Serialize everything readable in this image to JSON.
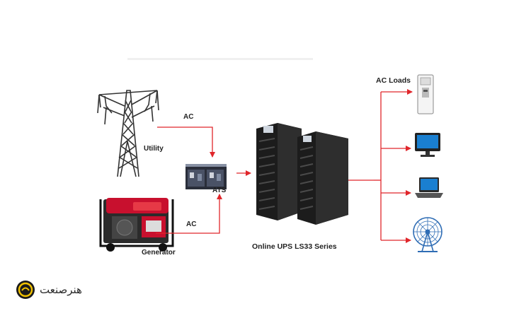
{
  "labels": {
    "ac_top": "AC",
    "utility": "Utility",
    "ats": "ATS",
    "ac_bottom": "AC",
    "generator": "Generator",
    "ups": "Online UPS LS33 Series",
    "ac_loads": "AC Loads"
  },
  "logo": {
    "text": "هنرصنعت"
  },
  "colors": {
    "arrow": "#e0262b",
    "ups_body": "#1f1f1f",
    "generator_frame": "#c8102e",
    "logo_yellow": "#f2c200"
  },
  "icons": [
    "power-tower-icon",
    "generator-icon",
    "ats-switch-icon",
    "ups-cabinet-icon",
    "air-conditioner-icon",
    "monitor-icon",
    "laptop-icon",
    "fan-icon"
  ]
}
